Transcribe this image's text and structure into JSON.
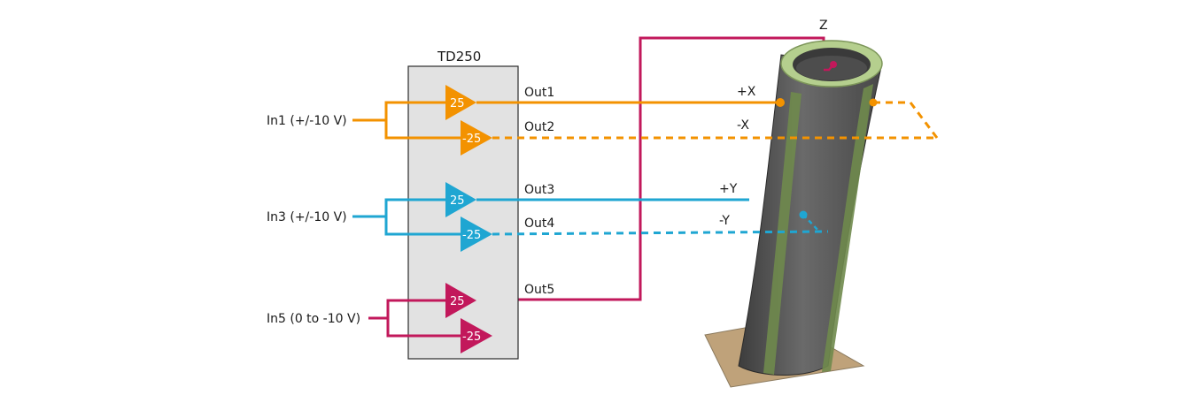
{
  "amplifier": {
    "title": "TD250"
  },
  "inputs": [
    {
      "label": "In1 (+/-10 V)",
      "color": "#f39200"
    },
    {
      "label": "In3 (+/-10 V)",
      "color": "#1fa6d2"
    },
    {
      "label": "In5 (0 to -10 V)",
      "color": "#c2185b"
    }
  ],
  "amplifiers": [
    {
      "gain": "25",
      "color": "#f39200"
    },
    {
      "gain": "-25",
      "color": "#f39200"
    },
    {
      "gain": "25",
      "color": "#1fa6d2"
    },
    {
      "gain": "-25",
      "color": "#1fa6d2"
    },
    {
      "gain": "25",
      "color": "#c2185b"
    },
    {
      "gain": "-25",
      "color": "#c2185b"
    }
  ],
  "outputs": [
    "Out1",
    "Out2",
    "Out3",
    "Out4",
    "Out5"
  ],
  "electrodes": {
    "plus_x": "+X",
    "minus_x": "-X",
    "plus_y": "+Y",
    "minus_y": "-Y",
    "z": "Z"
  },
  "colors": {
    "x_channel": "#f39200",
    "y_channel": "#1fa6d2",
    "z_channel": "#c2185b",
    "amp_box": "#e2e2e2",
    "tube_body": "#5e5e5e",
    "tube_electrode": "#6f8a4d",
    "base_plate": "#bfa27a"
  }
}
